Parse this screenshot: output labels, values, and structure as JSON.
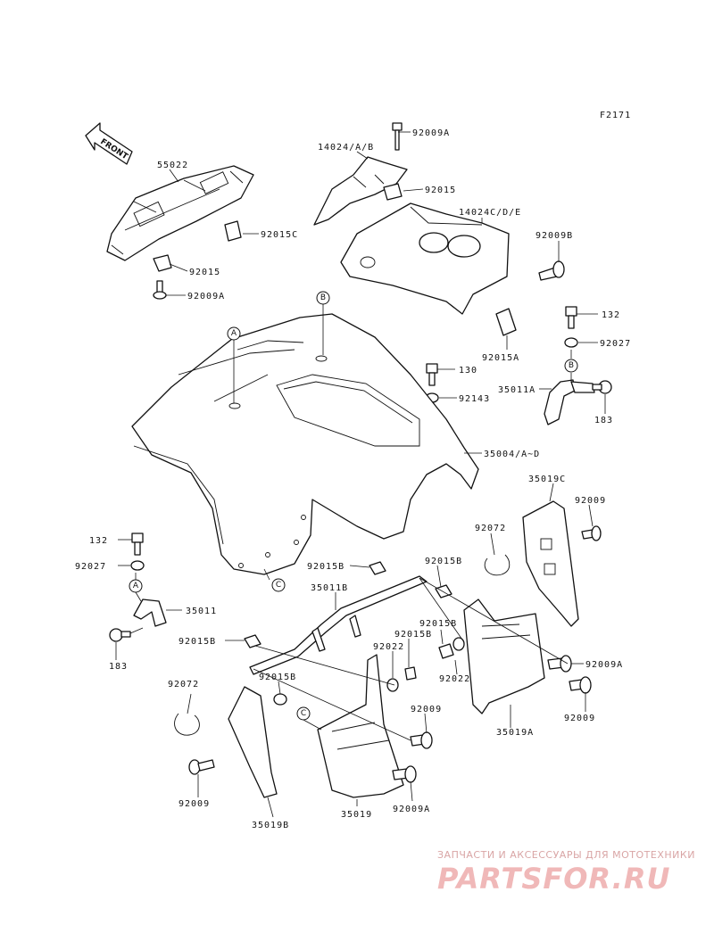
{
  "figure_code": "F2171",
  "front_label": "FRONT",
  "parts": [
    {
      "id": "55022",
      "label": "55022"
    },
    {
      "id": "92015C",
      "label": "92015C"
    },
    {
      "id": "92015_a",
      "label": "92015"
    },
    {
      "id": "92009A_a",
      "label": "92009A"
    },
    {
      "id": "92009A_b",
      "label": "92009A"
    },
    {
      "id": "14024ab",
      "label": "14024/A/B"
    },
    {
      "id": "92015_b",
      "label": "92015"
    },
    {
      "id": "14024cde",
      "label": "14024C/D/E"
    },
    {
      "id": "92009B",
      "label": "92009B"
    },
    {
      "id": "92015A",
      "label": "92015A"
    },
    {
      "id": "132_a",
      "label": "132"
    },
    {
      "id": "92027_a",
      "label": "92027"
    },
    {
      "id": "130",
      "label": "130"
    },
    {
      "id": "35011A",
      "label": "35011A"
    },
    {
      "id": "183_a",
      "label": "183"
    },
    {
      "id": "92143",
      "label": "92143"
    },
    {
      "id": "35004",
      "label": "35004/A~D"
    },
    {
      "id": "35019C",
      "label": "35019C"
    },
    {
      "id": "92009_a",
      "label": "92009"
    },
    {
      "id": "92072_a",
      "label": "92072"
    },
    {
      "id": "132_b",
      "label": "132"
    },
    {
      "id": "92027_b",
      "label": "92027"
    },
    {
      "id": "35011",
      "label": "35011"
    },
    {
      "id": "183_b",
      "label": "183"
    },
    {
      "id": "92015B_a",
      "label": "92015B"
    },
    {
      "id": "92015B_b",
      "label": "92015B"
    },
    {
      "id": "35011B",
      "label": "35011B"
    },
    {
      "id": "92015B_c",
      "label": "92015B"
    },
    {
      "id": "92022_a",
      "label": "92022"
    },
    {
      "id": "92015B_d",
      "label": "92015B"
    },
    {
      "id": "92015B_e",
      "label": "92015B"
    },
    {
      "id": "92022_b",
      "label": "92022"
    },
    {
      "id": "92009A_c",
      "label": "92009A"
    },
    {
      "id": "92015B_f",
      "label": "92015B"
    },
    {
      "id": "92072_b",
      "label": "92072"
    },
    {
      "id": "35019A",
      "label": "35019A"
    },
    {
      "id": "92009_b",
      "label": "92009"
    },
    {
      "id": "92009_c",
      "label": "92009"
    },
    {
      "id": "92009_d",
      "label": "92009"
    },
    {
      "id": "35019B",
      "label": "35019B"
    },
    {
      "id": "35019",
      "label": "35019"
    },
    {
      "id": "92009A_d",
      "label": "92009A"
    }
  ],
  "reference_marks": [
    "A",
    "B",
    "C"
  ],
  "watermark": {
    "tagline": "ЗАПЧАСТИ И АКСЕССУАРЫ ДЛЯ МОТОТЕХНИКИ",
    "logo": "PARTSFOR.RU"
  }
}
